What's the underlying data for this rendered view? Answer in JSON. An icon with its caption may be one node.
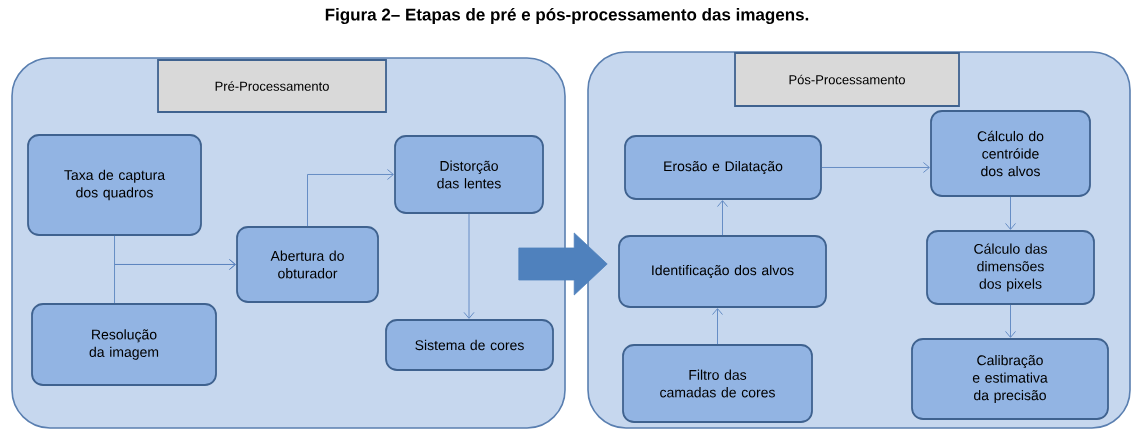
{
  "diagram": {
    "title": "Figura 2– Etapas de pré e pós-processamento das imagens.",
    "nodes": [
      {
        "text": [],
        "shape": "box"
      },
      {
        "text": [
          "Pré-Processamento"
        ],
        "in": 0
      },
      {
        "text": [
          "Taxa de captura dos quadros"
        ],
        "in": 0
      },
      {
        "text": [
          "Resolução da imagem"
        ],
        "in": 0
      },
      {
        "text": [
          "Abertura do obturador"
        ],
        "in": 0
      },
      {
        "text": [
          "Distorção das lentes"
        ],
        "in": 0
      },
      {
        "text": [
          "Sistema de cores"
        ],
        "in": 0
      },
      {
        "text": [],
        "shape": "box"
      },
      {
        "text": [
          "Pós-Processamento"
        ],
        "in": 7
      },
      {
        "text": [
          "Erosão e Dilatação"
        ],
        "in": 7
      },
      {
        "text": [
          "Identificação dos alvos"
        ],
        "in": 7
      },
      {
        "text": [
          "Filtro das camadas de cores"
        ],
        "in": 7
      },
      {
        "text": [
          "Cálculo do centróide dos alvos"
        ],
        "in": 7
      },
      {
        "text": [
          "Cálculo das dimensões dos pixels"
        ],
        "in": 7
      },
      {
        "text": [
          "Calibração e estimativa da precisão"
        ],
        "in": 7
      }
    ],
    "edges": [
      {
        "from": 2,
        "to": 4,
        "arrow": "to"
      },
      {
        "from": 3,
        "to": 4,
        "arrow": "to"
      },
      {
        "from": 4,
        "to": 5,
        "arrow": "to"
      },
      {
        "from": 5,
        "to": 6,
        "arrow": "to"
      },
      {
        "from": 0,
        "to": 7,
        "arrow": "to",
        "style": "thick",
        "color": "#4f81bd"
      },
      {
        "from": 11,
        "to": 10,
        "arrow": "to"
      },
      {
        "from": 10,
        "to": 9,
        "arrow": "to"
      },
      {
        "from": 9,
        "to": 12,
        "arrow": "to"
      },
      {
        "from": 12,
        "to": 13,
        "arrow": "to"
      },
      {
        "from": 13,
        "to": 14,
        "arrow": "to"
      }
    ]
  }
}
